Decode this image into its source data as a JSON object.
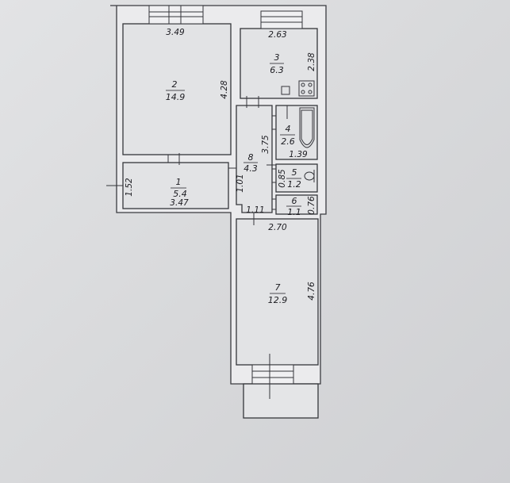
{
  "rooms": [
    {
      "id": "1",
      "number": "1",
      "area": "5.4"
    },
    {
      "id": "2",
      "number": "2",
      "area": "14.9"
    },
    {
      "id": "3",
      "number": "3",
      "area": "6.3"
    },
    {
      "id": "4",
      "number": "4",
      "area": "2.6"
    },
    {
      "id": "5",
      "number": "5",
      "area": "1.2"
    },
    {
      "id": "6",
      "number": "6",
      "area": "1.1"
    },
    {
      "id": "7",
      "number": "7",
      "area": "12.9"
    },
    {
      "id": "8",
      "number": "8",
      "area": "4.3"
    }
  ],
  "dimensions": {
    "room2_width": "3.49",
    "room2_height": "4.28",
    "room3_width": "2.63",
    "room3_height": "2.38",
    "room4_width": "1.39",
    "room8_height": "3.75",
    "room5_width": "0.85",
    "room6_height": "0.76",
    "room1_width": "3.47",
    "room1_height": "1.52",
    "door_1_8": "1.01",
    "room8_width": "1.11",
    "room7_width": "2.70",
    "room7_height": "4.76"
  }
}
